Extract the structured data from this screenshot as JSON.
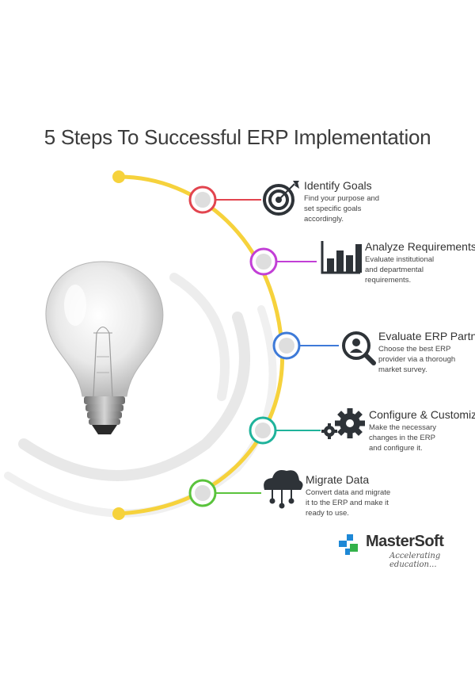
{
  "title": "5 Steps To Successful ERP Implementation",
  "steps": [
    {
      "title": "Identify Goals",
      "lines": [
        "Find your purpose and",
        "set specific goals",
        "accordingly."
      ],
      "color": "#e2454f",
      "icon": "target-icon"
    },
    {
      "title": "Analyze Requirements",
      "lines": [
        "Evaluate institutional",
        "and departmental",
        "requirements."
      ],
      "color": "#c23fd6",
      "icon": "bar-chart-icon"
    },
    {
      "title": "Evaluate ERP Partner",
      "lines": [
        "Choose the best ERP",
        "provider via a thorough",
        "market survey."
      ],
      "color": "#3e7ad8",
      "icon": "magnifier-person-icon"
    },
    {
      "title": "Configure & Customize",
      "lines": [
        "Make the necessary",
        "changes in the ERP",
        "and configure it."
      ],
      "color": "#1fb39b",
      "icon": "gears-icon"
    },
    {
      "title": "Migrate Data",
      "lines": [
        "Convert data and migrate",
        "it to the ERP and make it",
        "ready to use."
      ],
      "color": "#5ac33c",
      "icon": "cloud-network-icon"
    }
  ],
  "colors": {
    "arc": "#f6d23c",
    "text": "#333333",
    "icon": "#2e3338"
  },
  "brand": {
    "name": "MasterSoft",
    "tagline": "Accelerating education..."
  }
}
